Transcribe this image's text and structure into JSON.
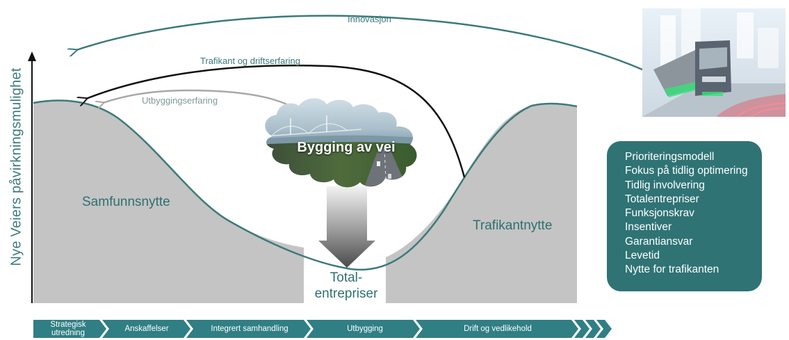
{
  "y_axis_label": "Nye Veiers påvirkningsmulighet",
  "arrows": {
    "innovation": "Innovasjon",
    "user_operations_experience": "Trafikant og driftserfaring",
    "construction_experience": "Utbyggingserfaring"
  },
  "cloud_label": "Bygging av vei",
  "areas": {
    "left": "Samfunnsnytte",
    "right": "Trafikantnytte",
    "center_line1": "Total-",
    "center_line2": "entrepriser"
  },
  "measures": [
    "Prioriteringsmodell",
    "Fokus på tidlig optimering",
    "Tidlig involvering",
    "Totalentrepriser",
    "Funksjonskrav",
    "Insentiver",
    "Garantiansvar",
    "Levetid",
    "Nytte for trafikanten"
  ],
  "phases": [
    {
      "line1": "Strategisk",
      "line2": "utredning"
    },
    {
      "line1": "Anskaffelser",
      "line2": ""
    },
    {
      "line1": "Integrert samhandling",
      "line2": ""
    },
    {
      "line1": "Utbygging",
      "line2": ""
    },
    {
      "line1": "Drift og vedlikehold",
      "line2": ""
    }
  ],
  "colors": {
    "teal": "#2f7375",
    "teal_curve": "#3c7a7c",
    "area_gray": "#c4c4c4",
    "phase_bar": "#2f7f84",
    "dark_arrow": "#111111",
    "light_arrow": "#a8a8a8"
  }
}
